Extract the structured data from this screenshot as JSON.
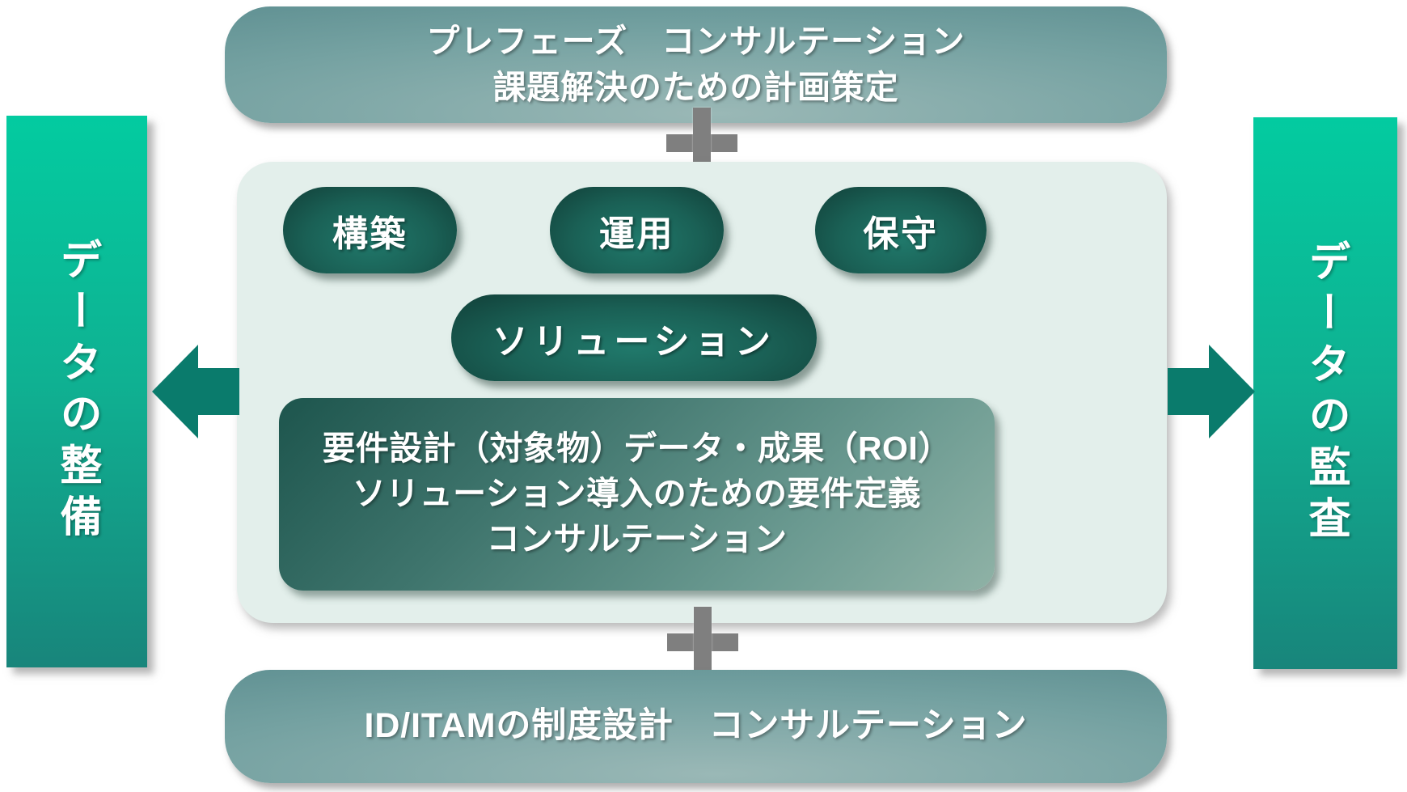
{
  "diagram": {
    "top_banner": {
      "line1": "プレフェーズ　コンサルテーション",
      "line2": "課題解決のための計画策定"
    },
    "left_bar": {
      "label": "データの整備"
    },
    "right_bar": {
      "label": "データの監査"
    },
    "center_panel": {
      "pills": [
        {
          "label": "構築"
        },
        {
          "label": "運用"
        },
        {
          "label": "保守"
        }
      ],
      "solution_pill": {
        "label": "ソリューション"
      },
      "requirements_box": {
        "line1": "要件設計（対象物）データ・成果（ROI）",
        "line2": "ソリューション導入のための要件定義",
        "line3": "コンサルテーション"
      }
    },
    "bottom_banner": {
      "label": "ID/ITAMの制度設計　コンサルテーション"
    },
    "icons": {
      "plus_top": "plus-icon",
      "plus_bottom": "plus-icon",
      "arrow_left": "left-arrow-icon",
      "arrow_right": "right-arrow-icon"
    },
    "colors": {
      "bar_green_top": "#03cba0",
      "bar_green_bottom": "#18857b",
      "banner_teal": "#5f9294",
      "pill_dark_teal": "#143f39",
      "pill_mid_teal": "#1e7467",
      "panel_mint": "#e3efeb",
      "arrow_teal": "#0a7b6c",
      "plus_gray": "#7f7f7f",
      "text_white": "#ffffff"
    }
  }
}
